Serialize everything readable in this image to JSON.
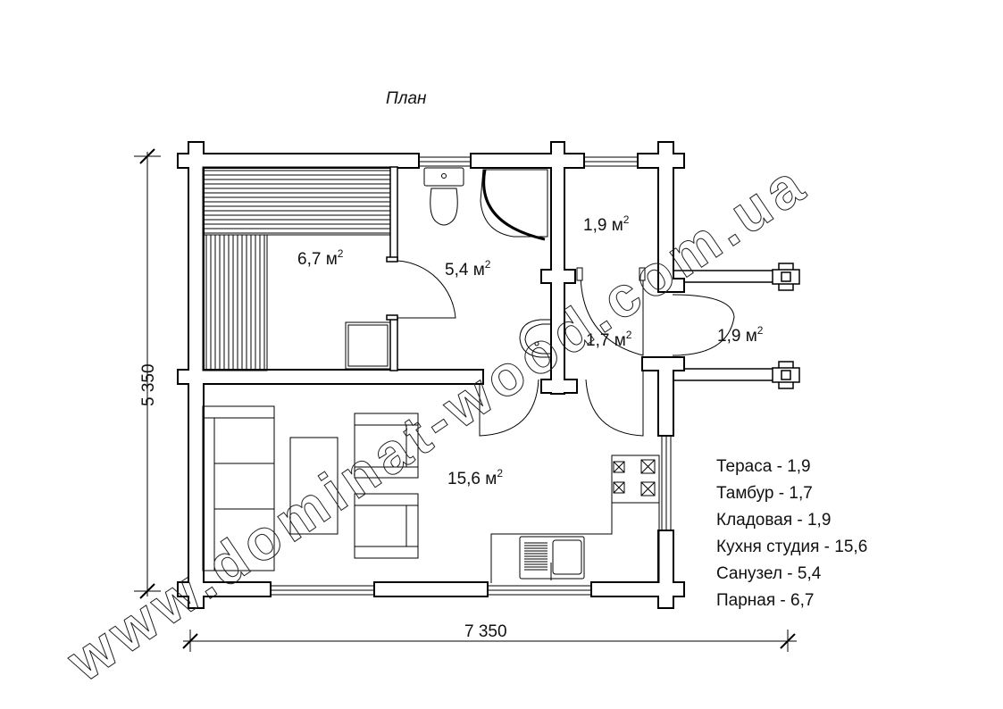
{
  "title": "План",
  "dimensions": {
    "height": "5 350",
    "width": "7 350"
  },
  "rooms": [
    {
      "name": "Парная",
      "area": "6,7 м",
      "sup": "2"
    },
    {
      "name": "Санузел",
      "area": "5,4 м",
      "sup": "2"
    },
    {
      "name": "Кладовая",
      "area": "1,9 м",
      "sup": "2"
    },
    {
      "name": "Тамбур",
      "area": "1,7 м",
      "sup": "2"
    },
    {
      "name": "Тераса",
      "area": "1,9 м",
      "sup": "2"
    },
    {
      "name": "Кухня студия",
      "area": "15,6 м",
      "sup": "2"
    }
  ],
  "legend": [
    "Тераса - 1,9",
    "Тамбур - 1,7",
    "Кладовая - 1,9",
    "Кухня студия - 15,6",
    "Санузел - 5,4",
    "Парная - 6,7"
  ],
  "watermark": "www.dominat-wood.com.ua"
}
